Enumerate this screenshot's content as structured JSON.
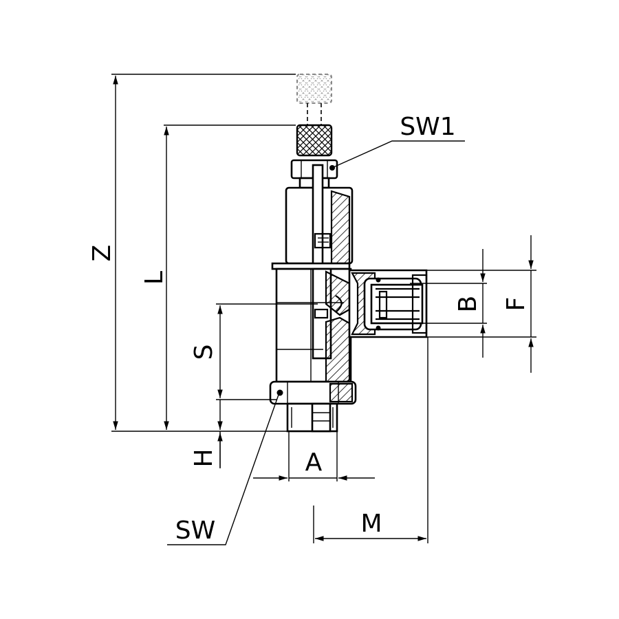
{
  "drawing": {
    "colors": {
      "line": "#000000",
      "background": "#ffffff",
      "ghost": "#888888"
    },
    "labels": {
      "Z": "Z",
      "L": "L",
      "S": "S",
      "H": "H",
      "A": "A",
      "SW": "SW",
      "SW1": "SW1",
      "M": "M",
      "B": "B",
      "F": "F"
    }
  }
}
